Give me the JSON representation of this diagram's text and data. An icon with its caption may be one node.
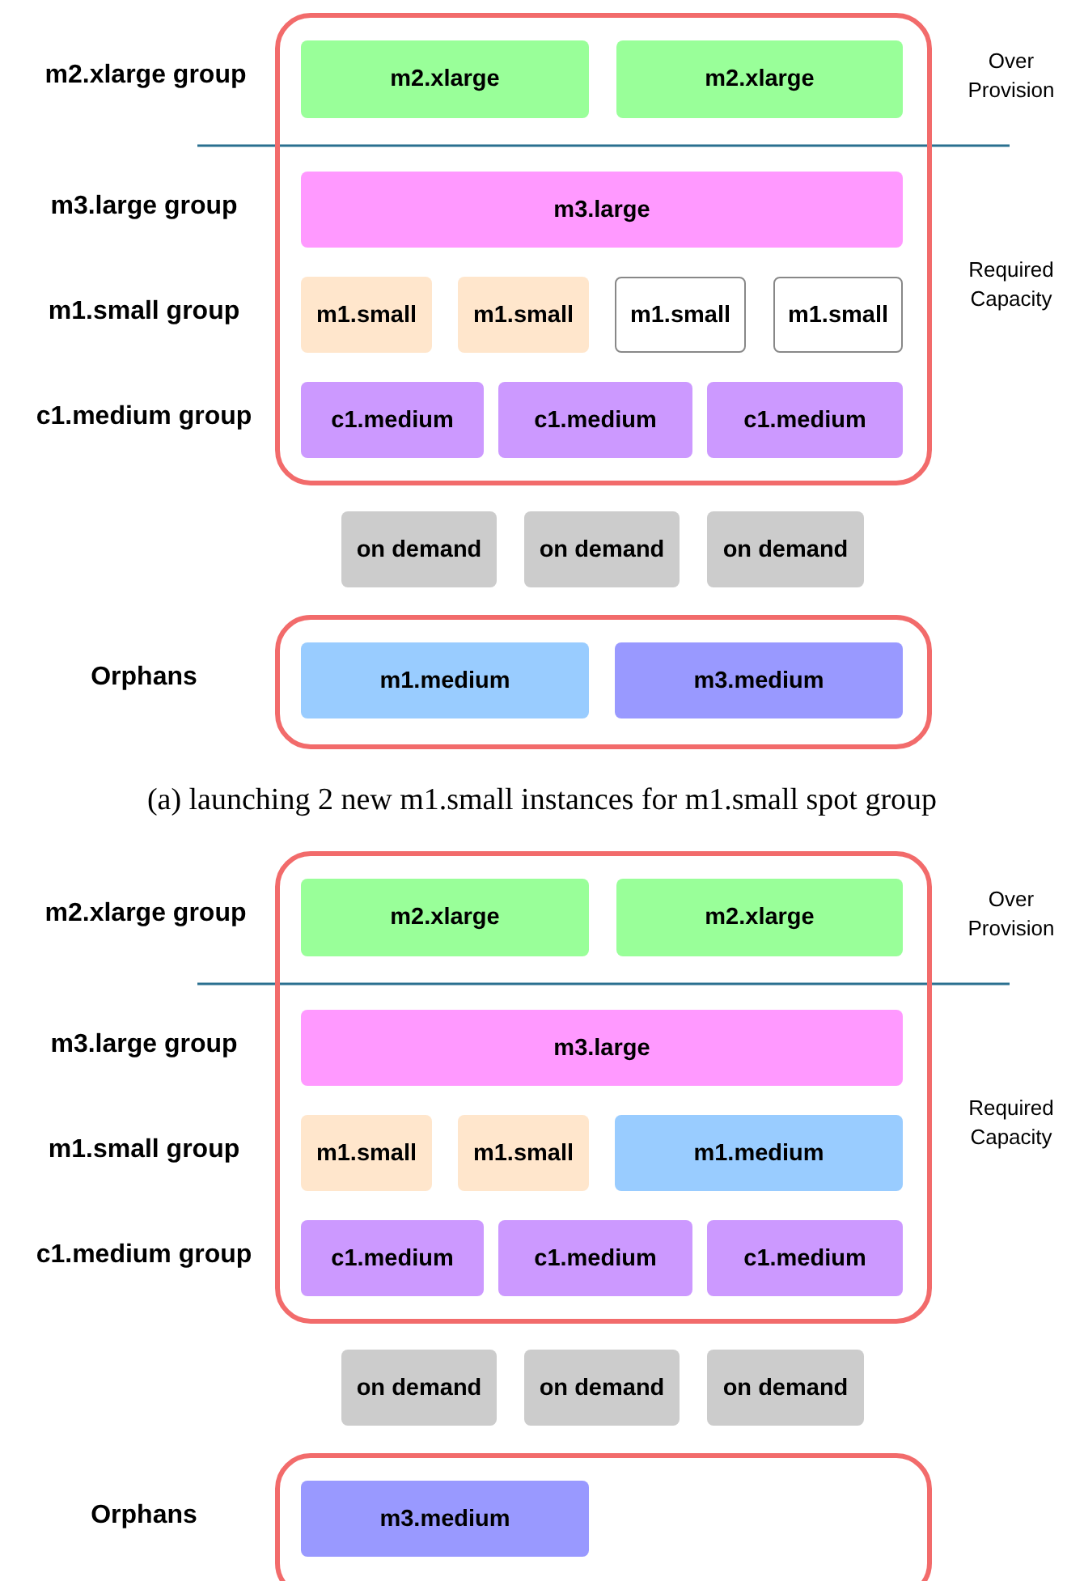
{
  "diagram": {
    "caption": "(a) launching 2 new m1.small instances for m1.small spot group",
    "nodes": [
      {
        "text": [],
        "shape": "box"
      },
      {
        "text": [
          "m2.xlarge"
        ],
        "in": 0
      },
      {
        "text": [
          "m2.xlarge"
        ],
        "in": 0
      },
      {
        "text": [
          "m3.large"
        ],
        "in": 0
      },
      {
        "text": [
          "m1.small"
        ],
        "in": 0
      },
      {
        "text": [
          "m1.small"
        ],
        "in": 0
      },
      {
        "text": [
          "m1.small"
        ],
        "in": 0
      },
      {
        "text": [
          "m1.small"
        ],
        "in": 0
      },
      {
        "text": [
          "c1.medium"
        ],
        "in": 0
      },
      {
        "text": [
          "c1.medium"
        ],
        "in": 0
      },
      {
        "text": [
          "c1.medium"
        ],
        "in": 0
      },
      {
        "text": [
          "on demand"
        ]
      },
      {
        "text": [
          "on demand"
        ]
      },
      {
        "text": [
          "on demand"
        ]
      },
      {
        "text": [],
        "shape": "box"
      },
      {
        "text": [
          "m1.medium"
        ],
        "in": 14
      },
      {
        "text": [
          "m3.medium"
        ],
        "in": 14
      },
      {
        "text": [],
        "shape": "box"
      },
      {
        "text": [
          "m2.xlarge"
        ],
        "in": 17
      },
      {
        "text": [
          "m2.xlarge"
        ],
        "in": 17
      },
      {
        "text": [
          "m3.large"
        ],
        "in": 17
      },
      {
        "text": [
          "m1.small"
        ],
        "in": 17
      },
      {
        "text": [
          "m1.small"
        ],
        "in": 17
      },
      {
        "text": [
          "m1.medium"
        ],
        "in": 17
      },
      {
        "text": [
          "c1.medium"
        ],
        "in": 17
      },
      {
        "text": [
          "c1.medium"
        ],
        "in": 17
      },
      {
        "text": [
          "c1.medium"
        ],
        "in": 17
      },
      {
        "text": [
          "on demand"
        ]
      },
      {
        "text": [
          "on demand"
        ]
      },
      {
        "text": [
          "on demand"
        ]
      },
      {
        "text": [],
        "shape": "box"
      },
      {
        "text": [
          "m3.medium"
        ],
        "in": 30
      }
    ],
    "labels": [
      "m2.xlarge group",
      "Over Provision",
      "m3.large group",
      "m1.small group",
      "Required Capacity",
      "c1.medium group",
      "Orphans",
      "m2.xlarge group",
      "Over Provision",
      "m3.large group",
      "m1.small group",
      "Required Capacity",
      "c1.medium group",
      "Orphans"
    ]
  }
}
